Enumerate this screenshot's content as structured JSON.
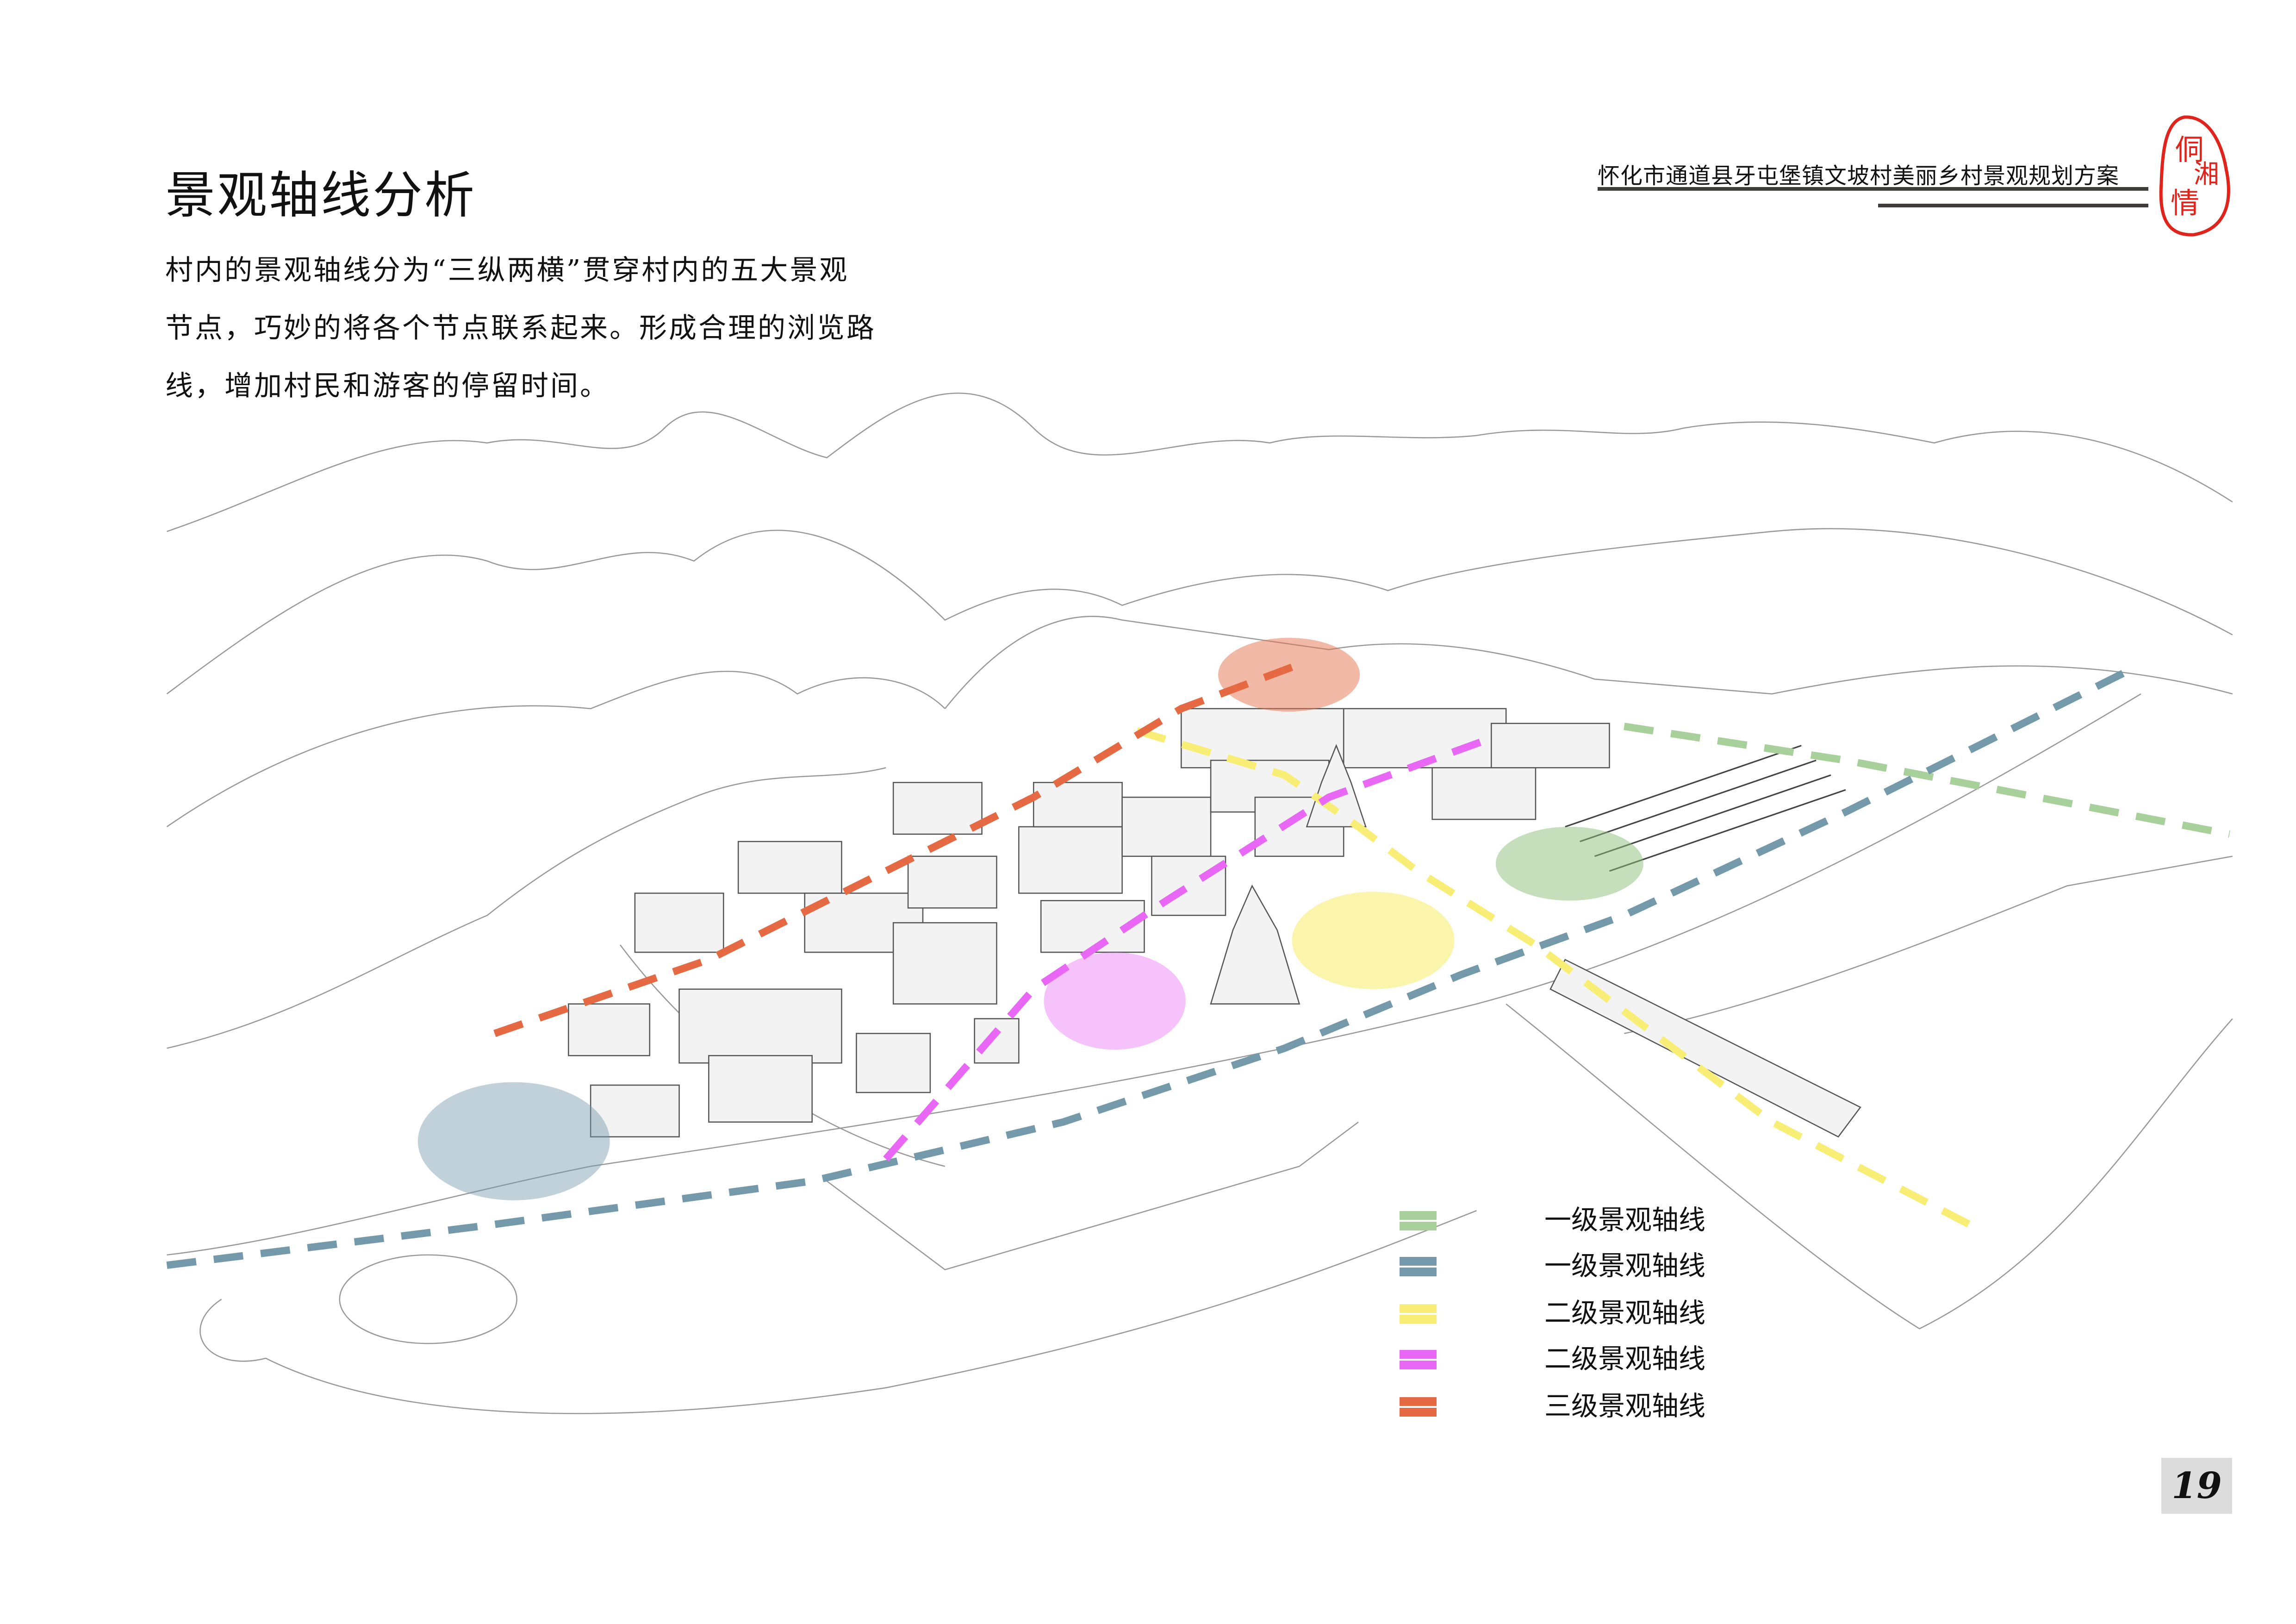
{
  "header": {
    "project_title": "怀化市通道县牙屯堡镇文坡村美丽乡村景观规划方案",
    "seal_text": "侗湘情"
  },
  "page": {
    "title": "景观轴线分析",
    "description_lines": [
      "村内的景观轴线分为“三纵两横”贯穿村内的五大景观",
      "节点，巧妙的将各个节点联系起来。形成合理的浏览路",
      "线，增加村民和游客的停留时间。"
    ],
    "page_number": "19"
  },
  "legend": [
    {
      "label": "一级景观轴线",
      "color": "#a8d09b"
    },
    {
      "label": "一级景观轴线",
      "color": "#7399aa"
    },
    {
      "label": "二级景观轴线",
      "color": "#f8ee75"
    },
    {
      "label": "二级景观轴线",
      "color": "#e867f5"
    },
    {
      "label": "三级景观轴线",
      "color": "#e56a44"
    }
  ]
}
